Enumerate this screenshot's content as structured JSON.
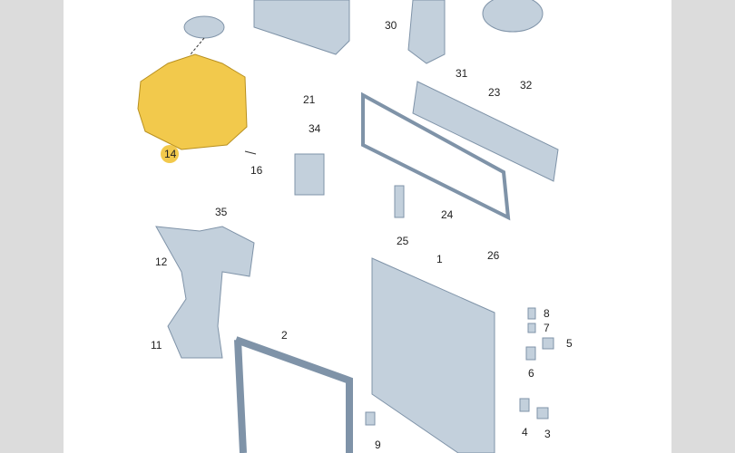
{
  "diagram": {
    "callouts": [
      "14",
      "16",
      "21",
      "34",
      "30",
      "31",
      "32",
      "23",
      "24",
      "25",
      "26",
      "35",
      "12",
      "11",
      "2",
      "1",
      "8",
      "7",
      "5",
      "6",
      "4",
      "3",
      "9"
    ],
    "highlighted_part": "14",
    "colors": {
      "highlight": "#f2c94c",
      "part": "#b8c6d4",
      "part_dark": "#7f93a8",
      "line": "#333333",
      "background": "#ffffff",
      "margin": "#dcdcdc"
    }
  }
}
